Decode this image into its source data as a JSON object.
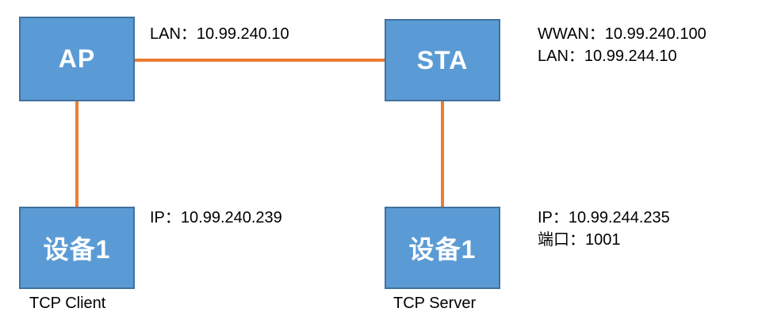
{
  "colors": {
    "background": "#FFFFFF",
    "node_fill": "#5B9BD5",
    "node_border": "#41719C",
    "node_text": "#FFFFFF",
    "link": "#ED7D31",
    "text": "#000000"
  },
  "nodes": {
    "ap": {
      "label": "AP"
    },
    "sta": {
      "label": "STA"
    },
    "client": {
      "label": "设备1"
    },
    "server": {
      "label": "设备1"
    }
  },
  "labels": {
    "ap_lan": "LAN：10.99.240.10",
    "sta_wwan": "WWAN：10.99.240.100",
    "sta_lan": "LAN：10.99.244.10",
    "client_ip": "IP：10.99.240.239",
    "server_ip": "IP：10.99.244.235",
    "server_port": "端口：1001",
    "client_role": "TCP Client",
    "server_role": "TCP Server"
  }
}
